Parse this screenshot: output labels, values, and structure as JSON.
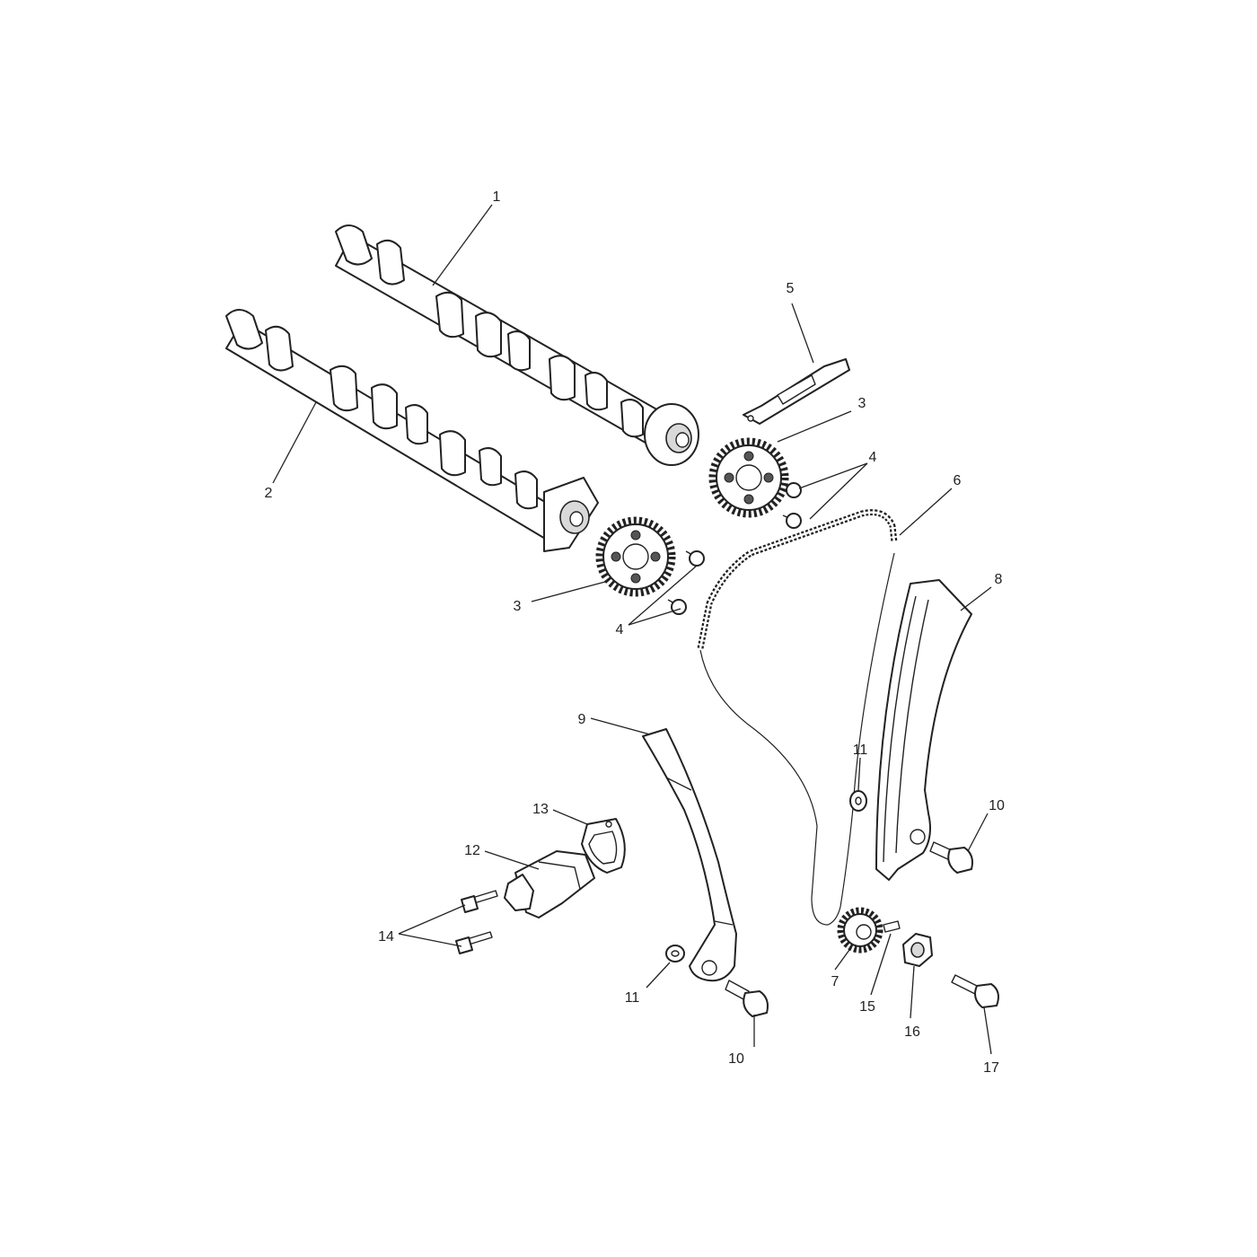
{
  "callouts": {
    "c1": "1",
    "c2": "2",
    "c3a": "3",
    "c3b": "3",
    "c4a": "4",
    "c4b": "4",
    "c5": "5",
    "c6": "6",
    "c7": "7",
    "c8": "8",
    "c9": "9",
    "c10a": "10",
    "c10b": "10",
    "c11a": "11",
    "c11b": "11",
    "c12": "12",
    "c13": "13",
    "c14": "14",
    "c15": "15",
    "c16": "16",
    "c17": "17"
  }
}
